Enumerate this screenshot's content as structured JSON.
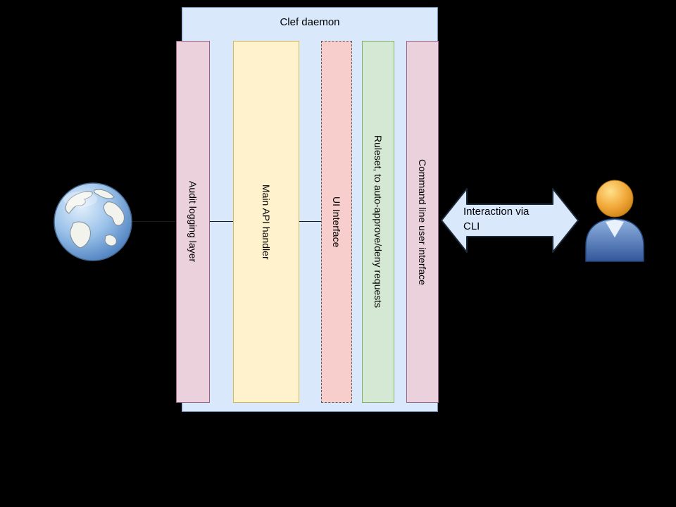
{
  "canvas": {
    "background": "#000000"
  },
  "daemon": {
    "title": "Clef daemon",
    "fill": "#dae8fc",
    "stroke": "#6c8ebf"
  },
  "columns": [
    {
      "label": "Audit logging layer",
      "fill": "#ead1dc",
      "stroke": "#996185",
      "border_style": "solid"
    },
    {
      "label": "Main API handler",
      "fill": "#fff2cc",
      "stroke": "#d6b656",
      "border_style": "solid"
    },
    {
      "label": "UI Interface",
      "fill": "#f8cecc",
      "stroke": "#5a5a5a",
      "border_style": "dashed"
    },
    {
      "label": "Ruleset, to auto-approve/deny requests",
      "fill": "#d5e8d4",
      "stroke": "#82b366",
      "border_style": "solid"
    },
    {
      "label": "Command line user interface",
      "fill": "#ead1dc",
      "stroke": "#996185",
      "border_style": "solid"
    }
  ],
  "arrow": {
    "label_line1": "Interaction via",
    "label_line2": "CLI",
    "fill": "#dae8fc",
    "stroke": "#1b2836"
  },
  "icons": {
    "globe": "world-globe-icon",
    "person": "cli-user-icon"
  }
}
